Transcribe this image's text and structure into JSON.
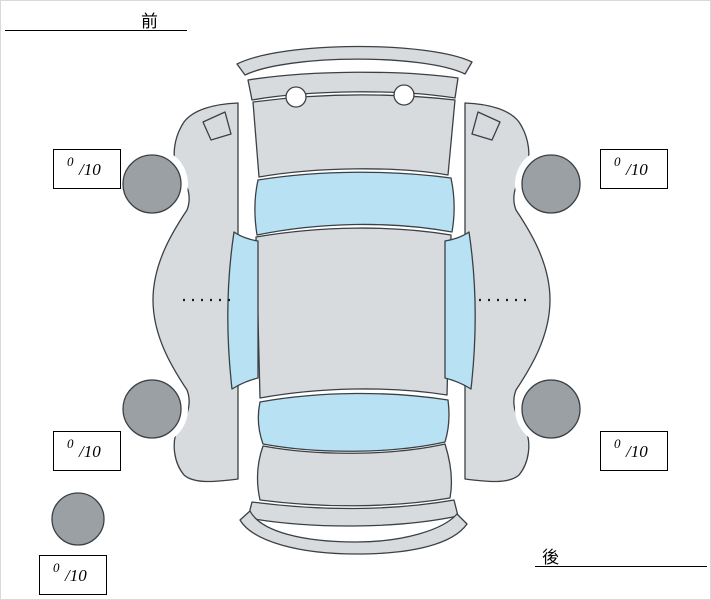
{
  "diagram": {
    "front_label": "前",
    "rear_label": "後",
    "colors": {
      "body_fill": "#d7dbde",
      "window_fill": "#b9e1f4",
      "wheel_fill": "#9aa0a3",
      "outline": "#3b4045"
    },
    "scores": {
      "front_left": {
        "num": "0",
        "den": "/10"
      },
      "front_right": {
        "num": "0",
        "den": "/10"
      },
      "rear_left": {
        "num": "0",
        "den": "/10"
      },
      "rear_right": {
        "num": "0",
        "den": "/10"
      },
      "spare": {
        "num": "0",
        "den": "/10"
      }
    }
  }
}
